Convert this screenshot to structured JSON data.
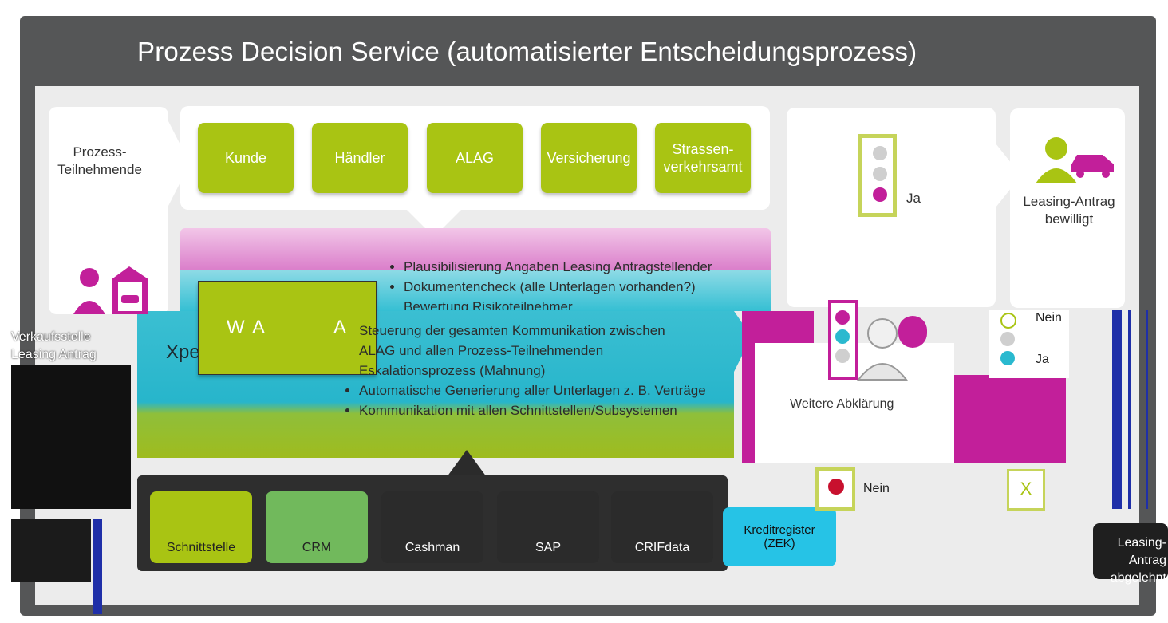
{
  "header": {
    "title": "Prozess Decision Service (automatisierter Entscheidungsprozess)"
  },
  "participants": {
    "label": "Prozess-\nTeilnehmende",
    "items": [
      "Kunde",
      "Händler",
      "ALAG",
      "Versicherung",
      "Strassen-\nverkehrsamt"
    ]
  },
  "top_bullets": [
    "Plausibilisierung Angaben Leasing Antragstellender",
    "Dokumentencheck (alle Unterlagen vorhanden?)",
    "Bewertung Risikoteilnehmer"
  ],
  "platform": {
    "name": "Xpe",
    "badge": "W A          A",
    "bullets": [
      "Steuerung der gesamten Kommunikation zwischen",
      "ALAG und allen Prozess-Teilnehmenden",
      "Eskalationsprozess (Mahnung)",
      "Automatische Generierung aller Unterlagen z. B. Verträge",
      "Kommunikation mit allen Schnittstellen/Subsystemen"
    ]
  },
  "sales": {
    "label": "Verkaufsstelle\nLeasing Antrag"
  },
  "systems": [
    "Schnittstelle",
    "CRM",
    "Cashman",
    "SAP",
    "CRIFdata",
    "Kreditregister\n(ZEK)"
  ],
  "decision": {
    "yes_label": "Ja",
    "approved": "Leasing-Antrag\nbewilligt",
    "further": "Weitere Abklärung",
    "no_label": "Nein",
    "rejected": "Leasing-Antrag\nabgelehnt",
    "mini_no": "Nein",
    "mini_yes": "Ja"
  },
  "colors": {
    "frame": "#555657",
    "green": "#a9c413",
    "magenta": "#c21f9a",
    "cyan": "#2ab9cf",
    "red": "#c8102e"
  }
}
